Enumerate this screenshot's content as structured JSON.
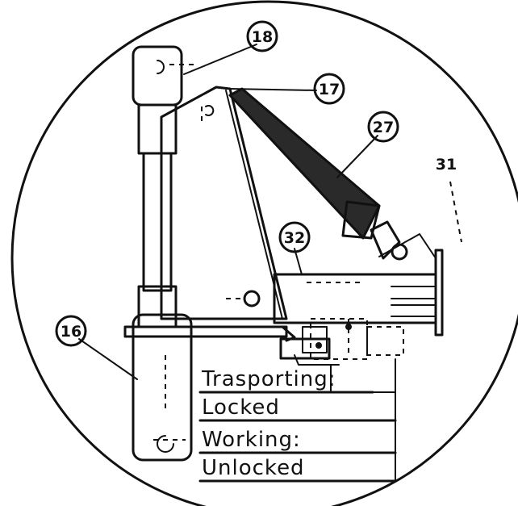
{
  "callouts": {
    "c18": "18",
    "c17": "17",
    "c27": "27",
    "c31": "31",
    "c32": "32",
    "c16": "16"
  },
  "legend": {
    "transporting": "Trasporting:",
    "locked": "Locked",
    "working": "Working:",
    "unlocked": "Unlocked"
  },
  "colors": {
    "ink": "#111111",
    "background": "#ffffff"
  }
}
